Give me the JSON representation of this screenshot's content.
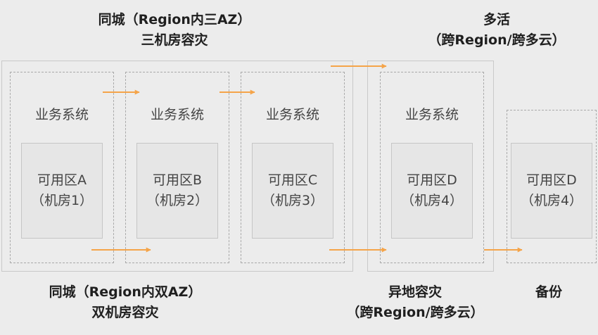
{
  "titles": {
    "three_az": [
      "同城（Region内三AZ）",
      "三机房容灾"
    ],
    "active_active": [
      "多活",
      "（跨Region/跨多云）"
    ],
    "two_az": [
      "同城（Region内双AZ）",
      "双机房容灾"
    ],
    "geo_dr": [
      "异地容灾",
      "（跨Region/跨多云）"
    ],
    "backup": [
      "备份"
    ]
  },
  "systems": {
    "a": "业务系统",
    "b": "业务系统",
    "c": "业务系统",
    "d": "业务系统"
  },
  "zones": {
    "a": [
      "可用区A",
      "（机房1）"
    ],
    "b": [
      "可用区B",
      "（机房2）"
    ],
    "c": [
      "可用区C",
      "（机房3）"
    ],
    "d": [
      "可用区D",
      "（机房4）"
    ],
    "d_backup": [
      "可用区D",
      "（机房4）"
    ]
  },
  "colors": {
    "arrow": "#f5a449",
    "background": "#ececec"
  }
}
